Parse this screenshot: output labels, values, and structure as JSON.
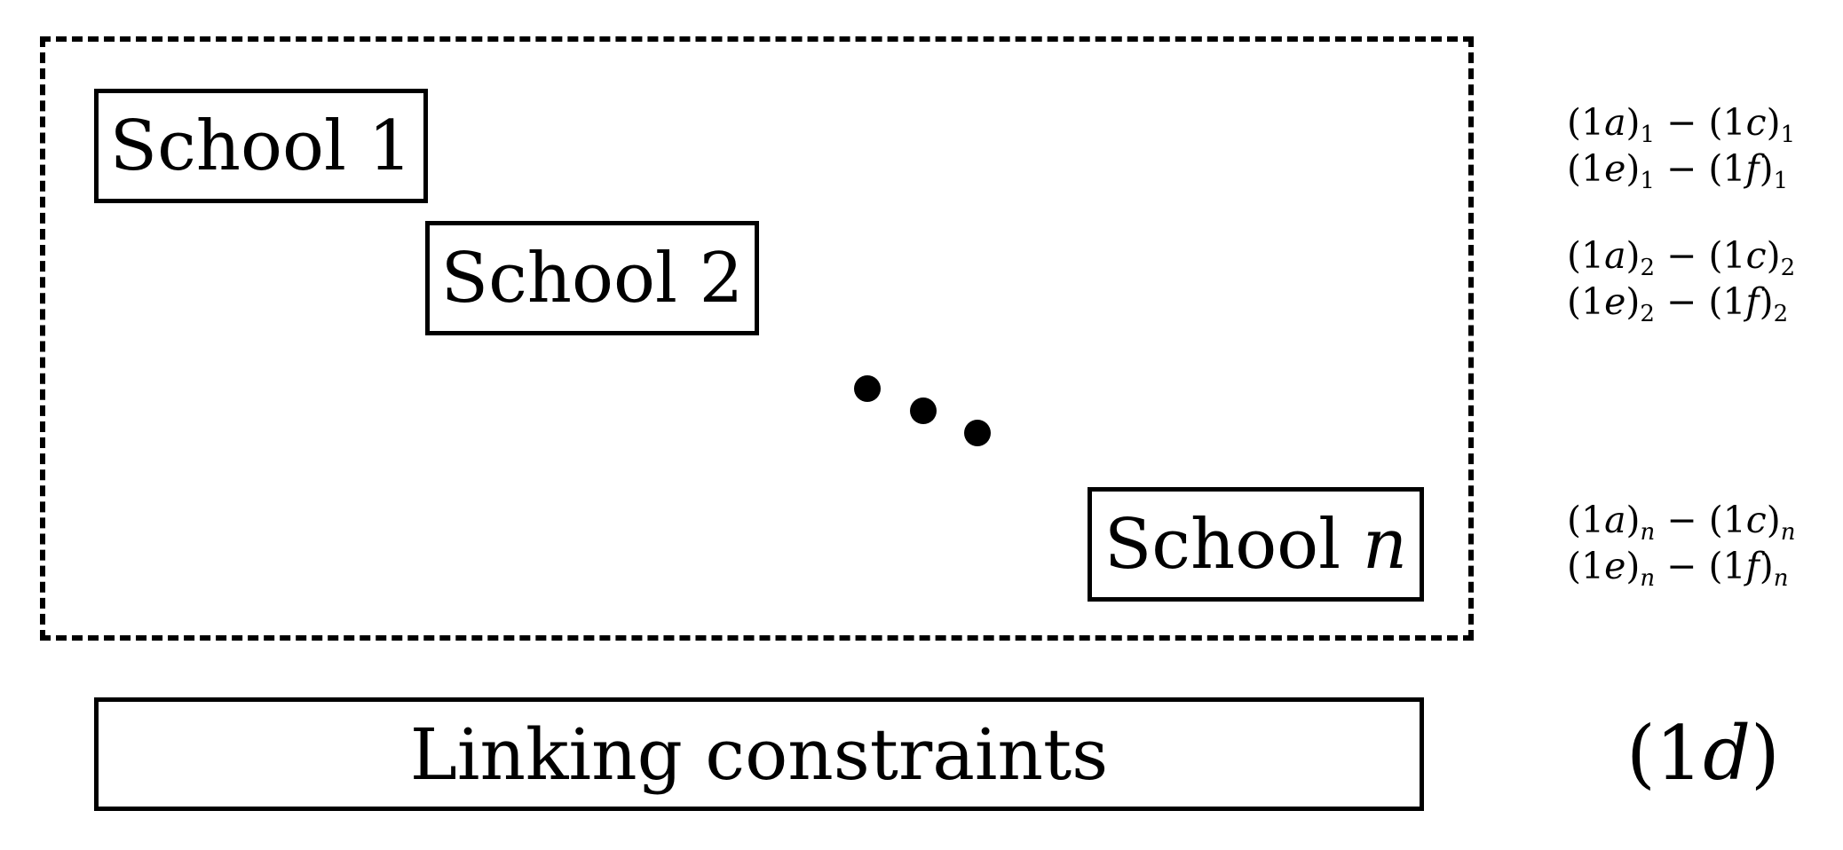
{
  "blocks": [
    {
      "label": "School 1",
      "number": "1"
    },
    {
      "label": "School 2",
      "number": "2"
    },
    {
      "label": "School n",
      "number": "n"
    }
  ],
  "linking": {
    "label": "Linking constraints",
    "equation_ref": "(1d)"
  },
  "equations": [
    {
      "line1": "(1a)₁ − (1c)₁",
      "line2": "(1e)₁ − (1f)₁"
    },
    {
      "line1": "(1a)₂ − (1c)₂",
      "line2": "(1e)₂ − (1f)₂"
    },
    {
      "line1": "(1a)ₙ − (1c)ₙ",
      "line2": "(1e)ₙ − (1f)ₙ"
    }
  ],
  "ellipsis": "diagonal dots"
}
